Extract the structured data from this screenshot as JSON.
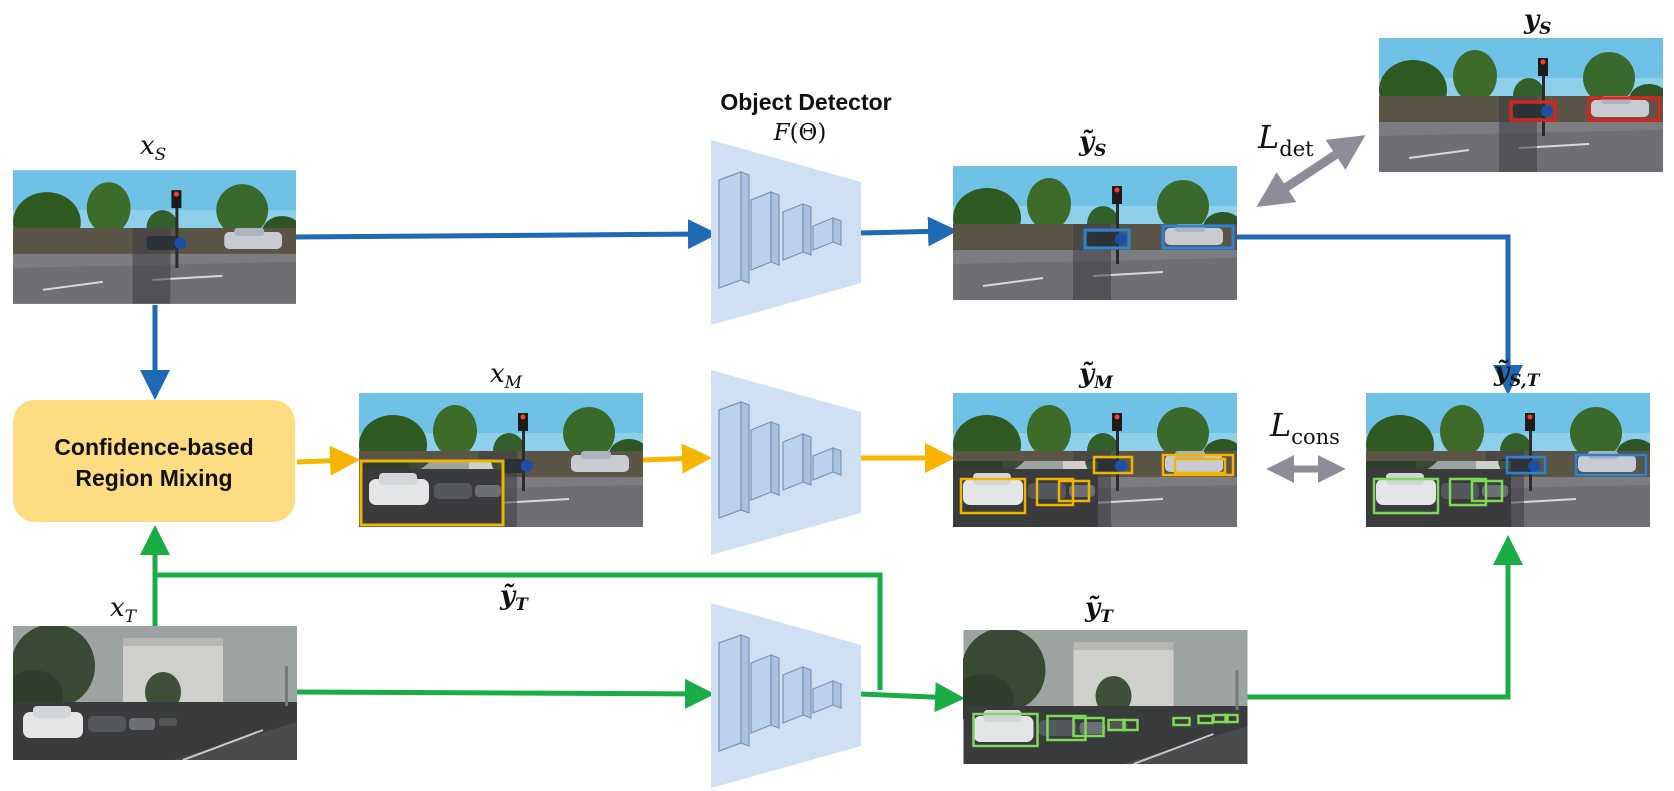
{
  "detector": {
    "title": "Object Detector",
    "fn": "F",
    "fn_arg": "(Θ)"
  },
  "mixing_box": {
    "line1": "Confidence-based",
    "line2": "Region Mixing"
  },
  "labels": {
    "x_s": {
      "base": "x",
      "sub": "S"
    },
    "x_m": {
      "base": "x",
      "sub": "M"
    },
    "x_t": {
      "base": "x",
      "sub": "T"
    },
    "y_s": {
      "base": "y",
      "sub": "S"
    },
    "yt_s": {
      "base": "ỹ",
      "sub": "S"
    },
    "yt_m": {
      "base": "ỹ",
      "sub": "M"
    },
    "yt_t": {
      "base": "ỹ",
      "sub": "T"
    },
    "yt_t_path": {
      "base": "ỹ",
      "sub": "T"
    },
    "yt_st": {
      "base": "ỹ",
      "sub": "S,T"
    }
  },
  "losses": {
    "det": {
      "base": "L",
      "sub": "det"
    },
    "cons": {
      "base": "L",
      "sub": "cons"
    }
  },
  "colors": {
    "source_arrow": "#1f6ab5",
    "mixed_arrow": "#f7b500",
    "target_arrow": "#1aad45",
    "loss_arrow": "#8e8c99",
    "detector_fill": "#cfe0f4",
    "block_fill": "#bcd2ec",
    "mixing_box_fill": "#fedd82",
    "gt_box": "#e0201c",
    "source_box": "#2a83d6",
    "mixed_box": "#f2b400",
    "target_box": "#7ed957"
  }
}
